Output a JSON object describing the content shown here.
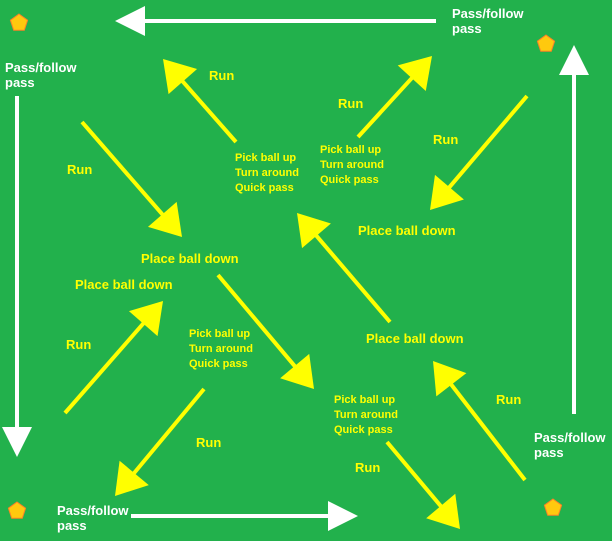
{
  "colors": {
    "field": "#22b14c",
    "run_arrow": "#ffff00",
    "pass_arrow": "#ffffff",
    "cone": "#ffc90e",
    "cone_edge": "#ff7f27"
  },
  "icons": [
    "cone-icon",
    "arrow-icon"
  ],
  "labels": {
    "pass_follow_top": [
      "Pass/follow",
      "pass"
    ],
    "pass_follow_left": [
      "Pass/follow",
      "pass"
    ],
    "pass_follow_right": [
      "Pass/follow",
      "pass"
    ],
    "pass_follow_bottom": [
      "Pass/follow",
      "pass"
    ],
    "run": "Run",
    "place_ball_down": "Place ball down",
    "pick_ball_up": [
      "Pick ball up",
      "Turn around",
      "Quick pass"
    ]
  }
}
